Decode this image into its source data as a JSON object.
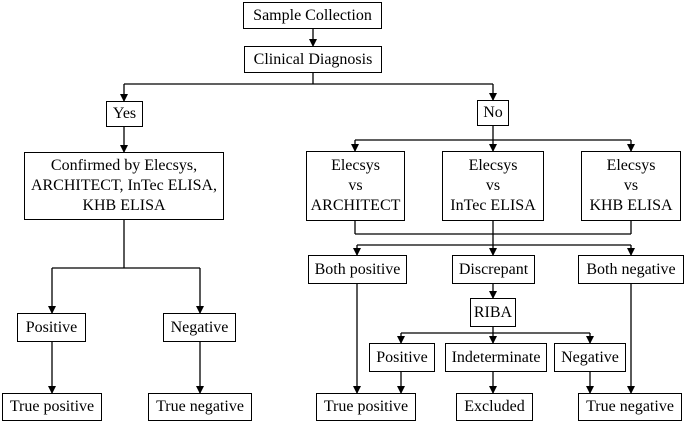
{
  "nodes": {
    "sample_collection": "Sample Collection",
    "clinical_diagnosis": "Clinical Diagnosis",
    "yes": "Yes",
    "no": "No",
    "confirmed": [
      "Confirmed by Elecsys,",
      "ARCHITECT, InTec ELISA,",
      "KHB ELISA"
    ],
    "positive_left": "Positive",
    "negative_left": "Negative",
    "true_positive_left": "True positive",
    "true_negative_left": "True negative",
    "compare_architect": [
      "Elecsys",
      "vs",
      "ARCHITECT"
    ],
    "compare_intec": [
      "Elecsys",
      "vs",
      "InTec ELISA"
    ],
    "compare_khb": [
      "Elecsys",
      "vs",
      "KHB ELISA"
    ],
    "both_positive": "Both positive",
    "discrepant": "Discrepant",
    "both_negative": "Both negative",
    "riba": "RIBA",
    "positive_right": "Positive",
    "indeterminate": "Indeterminate",
    "negative_right": "Negative",
    "true_positive_right": "True positive",
    "excluded": "Excluded",
    "true_negative_right": "True negative"
  }
}
